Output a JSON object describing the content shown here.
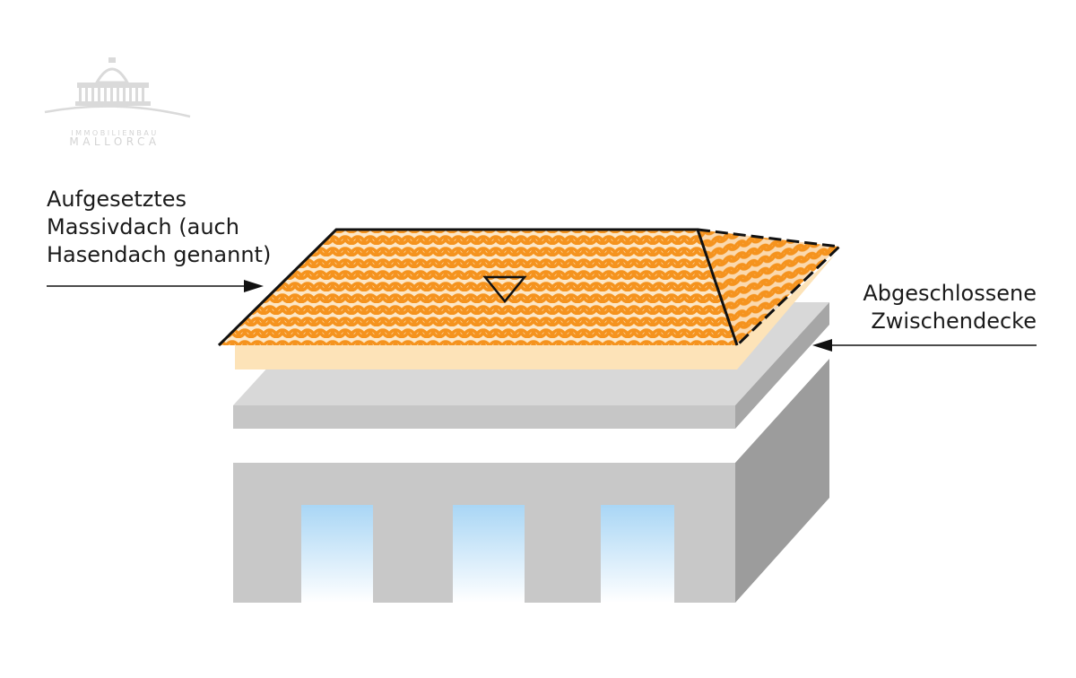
{
  "labels": {
    "roof": {
      "lines": [
        "Aufgesetztes",
        "Massivdach (auch",
        "Hasendach genannt)"
      ]
    },
    "ceiling": {
      "lines": [
        "Abgeschlossene",
        "Zwischendecke"
      ]
    }
  },
  "logo": {
    "line1": "IMMOBILIENBAU",
    "line2": "MALLORCA"
  },
  "colors": {
    "tile_orange": "#f5931e",
    "roof_base": "#fde3b8",
    "slab_top": "#d8d8d8",
    "slab_front": "#c6c6c6",
    "wall_front": "#c8c8c8",
    "wall_side": "#9c9c9c",
    "window_top": "#a9d6f5",
    "outline": "#111111",
    "logo_gray": "#d6d6d6"
  },
  "icons": [
    "water-level-triangle-icon",
    "arrow-right-icon",
    "arrow-left-icon"
  ]
}
